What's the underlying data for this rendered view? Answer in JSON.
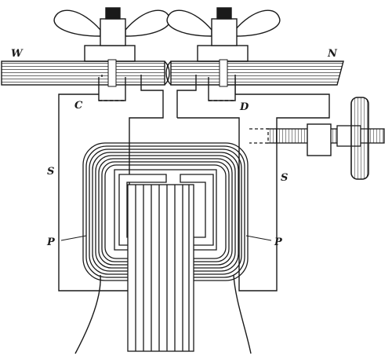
{
  "labels": {
    "W": "W",
    "N": "N",
    "C": "C",
    "D": "D",
    "S_left": "S",
    "S_right": "S",
    "P_left": "P",
    "P_right": "P"
  },
  "colors": {
    "ink": "#1a1a1a",
    "paper": "#ffffff"
  },
  "icons": [
    "left-wing-nut-icon",
    "right-wing-nut-icon",
    "adjusting-screw-icon"
  ]
}
